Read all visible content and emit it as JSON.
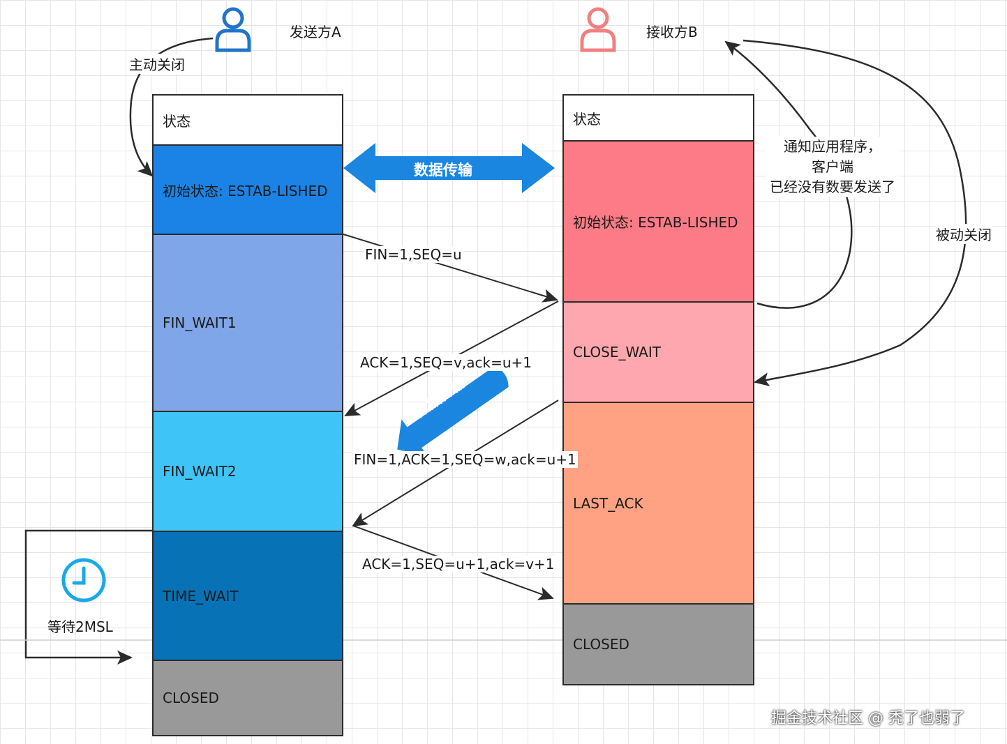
{
  "sender": {
    "title": "发送方A",
    "action": "主动关闭"
  },
  "receiver": {
    "title": "接收方B",
    "action": "被动关闭"
  },
  "left_column": {
    "header": "状态",
    "states": [
      {
        "label": "初始状态: ESTAB-LISHED",
        "color": "#1c83e6"
      },
      {
        "label": "FIN_WAIT1",
        "color": "#7ea6e8"
      },
      {
        "label": "FIN_WAIT2",
        "color": "#3ec4f7"
      },
      {
        "label": "TIME_WAIT",
        "color": "#0772b6"
      },
      {
        "label": "CLOSED",
        "color": "#999999"
      }
    ]
  },
  "right_column": {
    "header": "状态",
    "states": [
      {
        "label": "初始状态: ESTAB-LISHED",
        "color": "#fd7b86"
      },
      {
        "label": "CLOSE_WAIT",
        "color": "#fea7ae"
      },
      {
        "label": "LAST_ACK",
        "color": "#fea283"
      },
      {
        "label": "CLOSED",
        "color": "#999999"
      }
    ]
  },
  "messages": {
    "data_transfer_main": "数据传输",
    "fin1": "FIN=1,SEQ=u",
    "ack1": "ACK=1,SEQ=v,ack=u+1",
    "data_transfer_late": "数据传输",
    "fin2": "FIN=1,ACK=1,SEQ=w,ack=u+1",
    "ack2": "ACK=1,SEQ=u+1,ack=v+1"
  },
  "notify_app": {
    "line1": "通知应用程序，",
    "line2": "客户端",
    "line3": "已经没有数要发送了"
  },
  "wait": {
    "label": "等待2MSL"
  },
  "watermark": "掘金技术社区 @ 秃了也弱了",
  "colors": {
    "sender_icon": "#1f74c9",
    "receiver_icon": "#f08080",
    "arrow_blue": "#1a86e0",
    "clock": "#1aa9e8"
  }
}
